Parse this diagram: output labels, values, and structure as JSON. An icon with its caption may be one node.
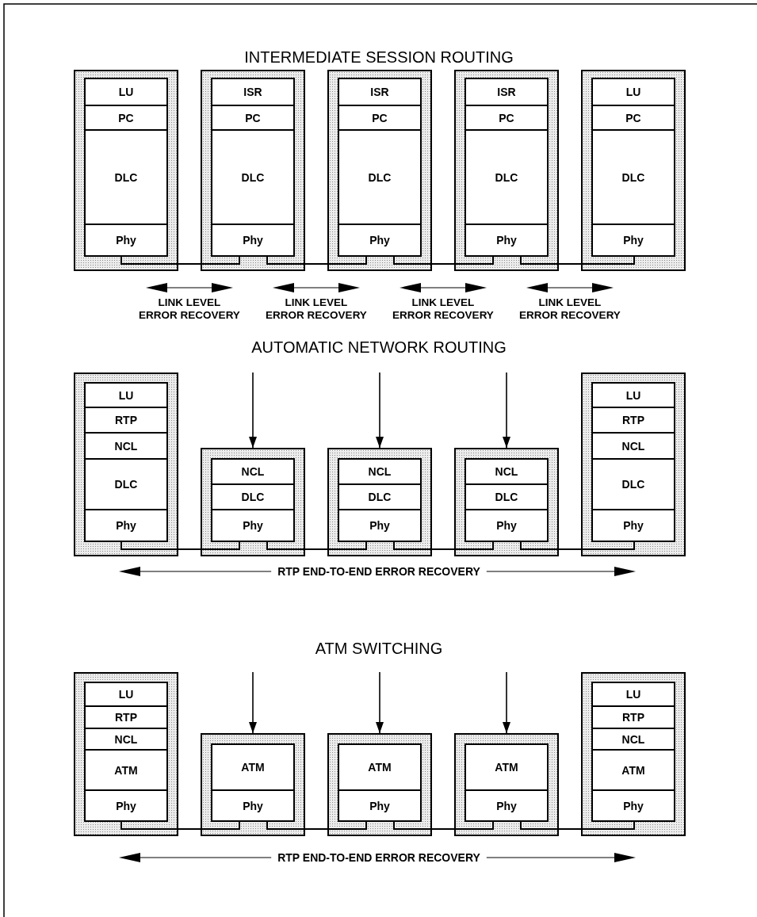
{
  "diagram": {
    "nodes": [
      {
        "text": [],
        "shape": "box"
      },
      {
        "text": [
          "LU"
        ],
        "in": 0
      },
      {
        "text": [
          "PC"
        ],
        "in": 0
      },
      {
        "text": [
          "DLC"
        ],
        "in": 0
      },
      {
        "text": [
          "Phy"
        ],
        "in": 0
      },
      {
        "text": [],
        "shape": "box"
      },
      {
        "text": [
          "ISR"
        ],
        "in": 5
      },
      {
        "text": [
          "PC"
        ],
        "in": 5
      },
      {
        "text": [
          "DLC"
        ],
        "in": 5
      },
      {
        "text": [
          "Phy"
        ],
        "in": 5
      },
      {
        "text": [],
        "shape": "box"
      },
      {
        "text": [
          "ISR"
        ],
        "in": 10
      },
      {
        "text": [
          "PC"
        ],
        "in": 10
      },
      {
        "text": [
          "DLC"
        ],
        "in": 10
      },
      {
        "text": [
          "Phy"
        ],
        "in": 10
      },
      {
        "text": [],
        "shape": "box"
      },
      {
        "text": [
          "ISR"
        ],
        "in": 15
      },
      {
        "text": [
          "PC"
        ],
        "in": 15
      },
      {
        "text": [
          "DLC"
        ],
        "in": 15
      },
      {
        "text": [
          "Phy"
        ],
        "in": 15
      },
      {
        "text": [],
        "shape": "box"
      },
      {
        "text": [
          "LU"
        ],
        "in": 20
      },
      {
        "text": [
          "PC"
        ],
        "in": 20
      },
      {
        "text": [
          "DLC"
        ],
        "in": 20
      },
      {
        "text": [
          "Phy"
        ],
        "in": 20
      },
      {
        "text": [],
        "shape": "box"
      },
      {
        "text": [
          "LU"
        ],
        "in": 25
      },
      {
        "text": [
          "RTP"
        ],
        "in": 25
      },
      {
        "text": [
          "NCL"
        ],
        "in": 25
      },
      {
        "text": [
          "DLC"
        ],
        "in": 25
      },
      {
        "text": [
          "Phy"
        ],
        "in": 25
      },
      {
        "text": [],
        "shape": "box"
      },
      {
        "text": [
          "NCL"
        ],
        "in": 31
      },
      {
        "text": [
          "DLC"
        ],
        "in": 31
      },
      {
        "text": [
          "Phy"
        ],
        "in": 31
      },
      {
        "text": [],
        "shape": "box"
      },
      {
        "text": [
          "NCL"
        ],
        "in": 35
      },
      {
        "text": [
          "DLC"
        ],
        "in": 35
      },
      {
        "text": [
          "Phy"
        ],
        "in": 35
      },
      {
        "text": [],
        "shape": "box"
      },
      {
        "text": [
          "NCL"
        ],
        "in": 39
      },
      {
        "text": [
          "DLC"
        ],
        "in": 39
      },
      {
        "text": [
          "Phy"
        ],
        "in": 39
      },
      {
        "text": [],
        "shape": "box"
      },
      {
        "text": [
          "LU"
        ],
        "in": 43
      },
      {
        "text": [
          "RTP"
        ],
        "in": 43
      },
      {
        "text": [
          "NCL"
        ],
        "in": 43
      },
      {
        "text": [
          "DLC"
        ],
        "in": 43
      },
      {
        "text": [
          "Phy"
        ],
        "in": 43
      },
      {
        "text": [],
        "shape": "box"
      },
      {
        "text": [
          "LU"
        ],
        "in": 49
      },
      {
        "text": [
          "RTP"
        ],
        "in": 49
      },
      {
        "text": [
          "NCL"
        ],
        "in": 49
      },
      {
        "text": [
          "ATM"
        ],
        "in": 49
      },
      {
        "text": [
          "Phy"
        ],
        "in": 49
      },
      {
        "text": [],
        "shape": "box"
      },
      {
        "text": [
          "ATM"
        ],
        "in": 55
      },
      {
        "text": [
          "Phy"
        ],
        "in": 55
      },
      {
        "text": [],
        "shape": "box"
      },
      {
        "text": [
          "ATM"
        ],
        "in": 58
      },
      {
        "text": [
          "Phy"
        ],
        "in": 58
      },
      {
        "text": [],
        "shape": "box"
      },
      {
        "text": [
          "ATM"
        ],
        "in": 61
      },
      {
        "text": [
          "Phy"
        ],
        "in": 61
      },
      {
        "text": [],
        "shape": "box"
      },
      {
        "text": [
          "LU"
        ],
        "in": 64
      },
      {
        "text": [
          "RTP"
        ],
        "in": 64
      },
      {
        "text": [
          "NCL"
        ],
        "in": 64
      },
      {
        "text": [
          "ATM"
        ],
        "in": 64
      },
      {
        "text": [
          "Phy"
        ],
        "in": 64
      }
    ],
    "edges": [
      {
        "from": 4,
        "to": 9,
        "arrow": "none"
      },
      {
        "from": 9,
        "to": 14,
        "arrow": "none"
      },
      {
        "from": 14,
        "to": 19,
        "arrow": "none"
      },
      {
        "from": 19,
        "to": 24,
        "arrow": "none"
      },
      {
        "from": 30,
        "to": 34,
        "arrow": "none"
      },
      {
        "from": 34,
        "to": 38,
        "arrow": "none"
      },
      {
        "from": 38,
        "to": 42,
        "arrow": "none"
      },
      {
        "from": 42,
        "to": 48,
        "arrow": "none"
      },
      {
        "from": 54,
        "to": 57,
        "arrow": "none"
      },
      {
        "from": 57,
        "to": 60,
        "arrow": "none"
      },
      {
        "from": 60,
        "to": 63,
        "arrow": "none"
      },
      {
        "from": 63,
        "to": 69,
        "arrow": "none"
      },
      {
        "from": null,
        "to": 31,
        "arrow": "to"
      },
      {
        "from": null,
        "to": 35,
        "arrow": "to"
      },
      {
        "from": null,
        "to": 39,
        "arrow": "to"
      },
      {
        "from": null,
        "to": 55,
        "arrow": "to"
      },
      {
        "from": null,
        "to": 58,
        "arrow": "to"
      },
      {
        "from": null,
        "to": 61,
        "arrow": "to"
      }
    ],
    "labels": [
      "INTERMEDIATE SESSION ROUTING",
      "LINK LEVEL ERROR RECOVERY",
      "LINK LEVEL ERROR RECOVERY",
      "LINK LEVEL ERROR RECOVERY",
      "LINK LEVEL ERROR RECOVERY",
      "AUTOMATIC NETWORK ROUTING",
      "RTP END-TO-END ERROR RECOVERY",
      "ATM SWITCHING",
      "RTP END-TO-END ERROR RECOVERY"
    ]
  }
}
